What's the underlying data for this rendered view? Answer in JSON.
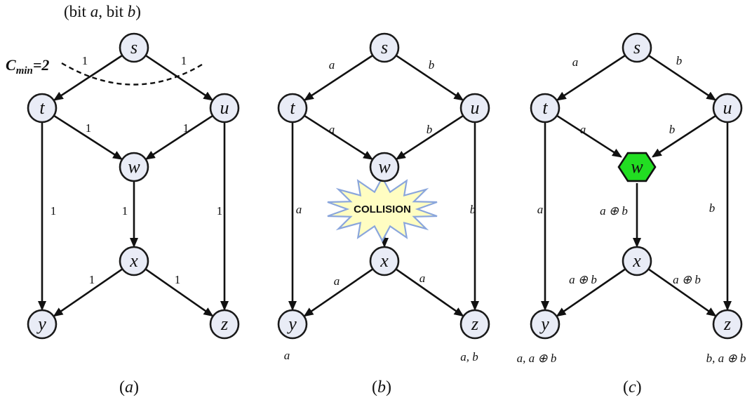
{
  "top_note": {
    "open": "(bit ",
    "a": "a",
    "mid": ", bit ",
    "b": "b",
    "close": ")"
  },
  "cmin": {
    "c": "C",
    "sub": "min",
    "rest": "=2"
  },
  "captions": {
    "a": "a",
    "b": "b",
    "c": "c"
  },
  "collision_label": "COLLISION",
  "colors": {
    "node_fill": "#e9ecf6",
    "coding_node": "#22dd22",
    "burst_fill": "#fffdc2",
    "burst_stroke": "#8aa6dc"
  },
  "panels": [
    {
      "id": "a",
      "nodes": {
        "s": "s",
        "t": "t",
        "u": "u",
        "w": "w",
        "x": "x",
        "y": "y",
        "z": "z"
      },
      "edge_labels": {
        "st": "1",
        "su": "1",
        "tw": "1",
        "uw": "1",
        "ty": "1",
        "wx": "1",
        "uz": "1",
        "xy": "1",
        "xz": "1"
      },
      "sinks": {
        "y": "",
        "z": ""
      }
    },
    {
      "id": "b",
      "nodes": {
        "s": "s",
        "t": "t",
        "u": "u",
        "w": "w",
        "x": "x",
        "y": "y",
        "z": "z"
      },
      "edge_labels": {
        "st": "a",
        "su": "b",
        "tw": "a",
        "uw": "b",
        "ty": "a",
        "wx": "",
        "uz": "b",
        "xy": "a",
        "xz": "a"
      },
      "sinks": {
        "y": "a",
        "z": "a, b"
      }
    },
    {
      "id": "c",
      "nodes": {
        "s": "s",
        "t": "t",
        "u": "u",
        "w": "w",
        "x": "x",
        "y": "y",
        "z": "z"
      },
      "edge_labels": {
        "st": "a",
        "su": "b",
        "tw": "a",
        "uw": "b",
        "ty": "a",
        "wx": "a ⊕ b",
        "uz": "b",
        "xy": "a ⊕ b",
        "xz": "a ⊕ b"
      },
      "sinks": {
        "y": "a,  a ⊕ b",
        "z": "b,  a ⊕ b"
      }
    }
  ]
}
